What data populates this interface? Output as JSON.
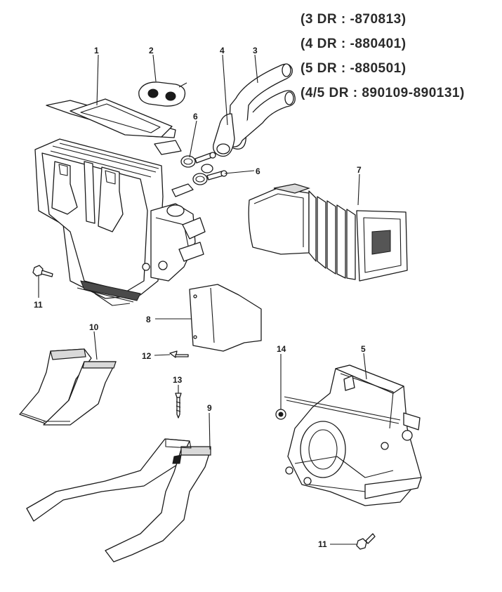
{
  "applicability": [
    "(3 DR : -870813)",
    "(4 DR : -880401)",
    "(5 DR : -880501)",
    "(4/5 DR : 890109-890131)"
  ],
  "callouts": {
    "c1": "1",
    "c2": "2",
    "c3": "3",
    "c4": "4",
    "c5": "5",
    "c6a": "6",
    "c6b": "6",
    "c7": "7",
    "c8": "8",
    "c9": "9",
    "c10": "10",
    "c11a": "11",
    "c11b": "11",
    "c12": "12",
    "c13": "13",
    "c14": "14"
  }
}
